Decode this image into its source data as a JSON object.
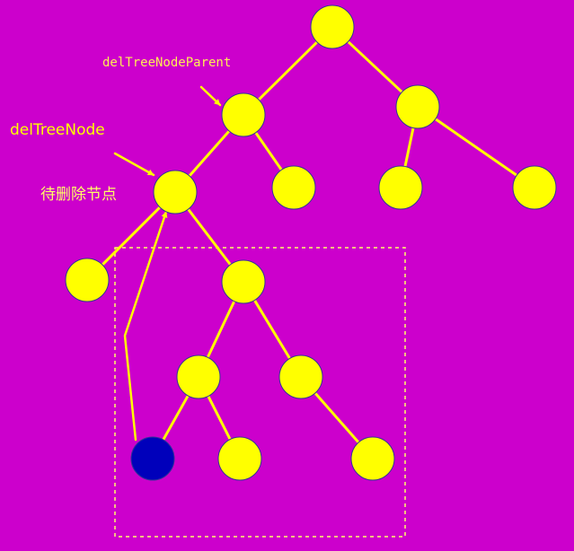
{
  "labels": {
    "del_tree_node_parent": "delTreeNodeParent",
    "del_tree_node": "delTreeNode",
    "pending_delete": "待删除节点"
  },
  "colors": {
    "background": "#cc00cc",
    "node_fill": "#ffff00",
    "node_stroke": "#333399",
    "highlight_node_fill": "#0000bb",
    "edge": "#ffff00",
    "label_parent": "#ffee55",
    "label_node": "#ffff00",
    "label_delete": "#ffff66",
    "selection_box": "#ffff66"
  },
  "tree": {
    "nodes": [
      {
        "id": "root"
      },
      {
        "id": "parent"
      },
      {
        "id": "right"
      },
      {
        "id": "delete-target"
      },
      {
        "id": "parent-right-child"
      },
      {
        "id": "right-left-child"
      },
      {
        "id": "right-right-child"
      },
      {
        "id": "target-left-child"
      },
      {
        "id": "subtree-root"
      },
      {
        "id": "subtree-left"
      },
      {
        "id": "subtree-right"
      },
      {
        "id": "subtree-leftmost",
        "highlighted": true
      },
      {
        "id": "subtree-left-right-child"
      },
      {
        "id": "subtree-right-child"
      }
    ],
    "edges": [
      [
        "root",
        "parent"
      ],
      [
        "root",
        "right"
      ],
      [
        "parent",
        "delete-target"
      ],
      [
        "parent",
        "parent-right-child"
      ],
      [
        "right",
        "right-left-child"
      ],
      [
        "right",
        "right-right-child"
      ],
      [
        "delete-target",
        "target-left-child"
      ],
      [
        "delete-target",
        "subtree-root"
      ],
      [
        "subtree-root",
        "subtree-left"
      ],
      [
        "subtree-root",
        "subtree-right"
      ],
      [
        "subtree-left",
        "subtree-leftmost"
      ],
      [
        "subtree-left",
        "subtree-left-right-child"
      ],
      [
        "subtree-right",
        "subtree-right-child"
      ]
    ]
  }
}
